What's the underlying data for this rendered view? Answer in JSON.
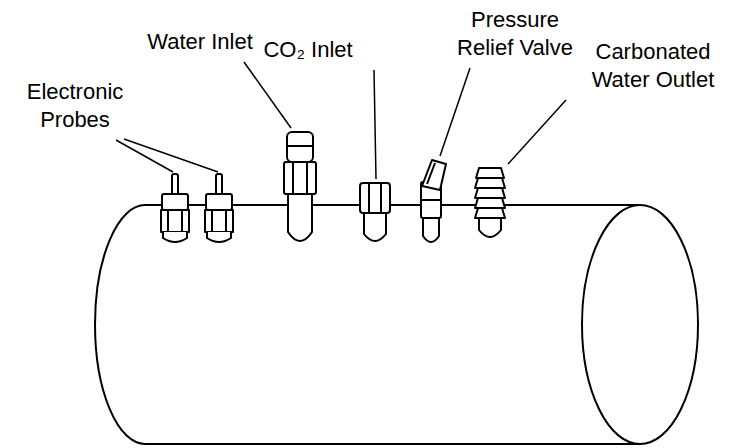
{
  "diagram": {
    "labels": [
      "Electronic Probes",
      "Water Inlet",
      "CO₂ Inlet",
      "Pressure Relief Valve",
      "Carbonated Water Outlet"
    ]
  }
}
